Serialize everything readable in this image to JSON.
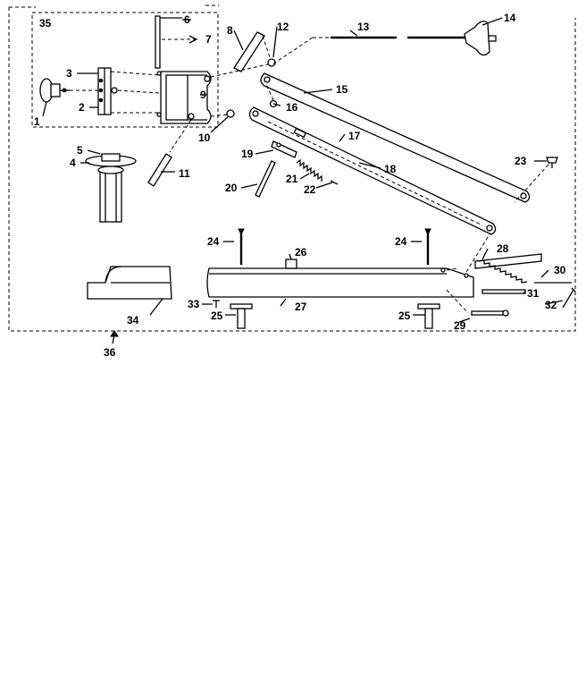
{
  "diagram": {
    "part_labels": {
      "p1": "1",
      "p2": "2",
      "p3": "3",
      "p4": "4",
      "p5": "5",
      "p6": "6",
      "p7": "7",
      "p8": "8",
      "p9": "9",
      "p10": "10",
      "p11": "11",
      "p12": "12",
      "p13": "13",
      "p14": "14",
      "p15": "15",
      "p16": "16",
      "p17": "17",
      "p18": "18",
      "p19": "19",
      "p20": "20",
      "p21": "21",
      "p22": "22",
      "p23": "23",
      "p24a": "24",
      "p24b": "24",
      "p25a": "25",
      "p25b": "25",
      "p26": "26",
      "p27": "27",
      "p28": "28",
      "p29": "29",
      "p30": "30",
      "p31": "31",
      "p32": "32",
      "p33": "33",
      "p34": "34",
      "p35": "35",
      "p36": "36"
    }
  }
}
